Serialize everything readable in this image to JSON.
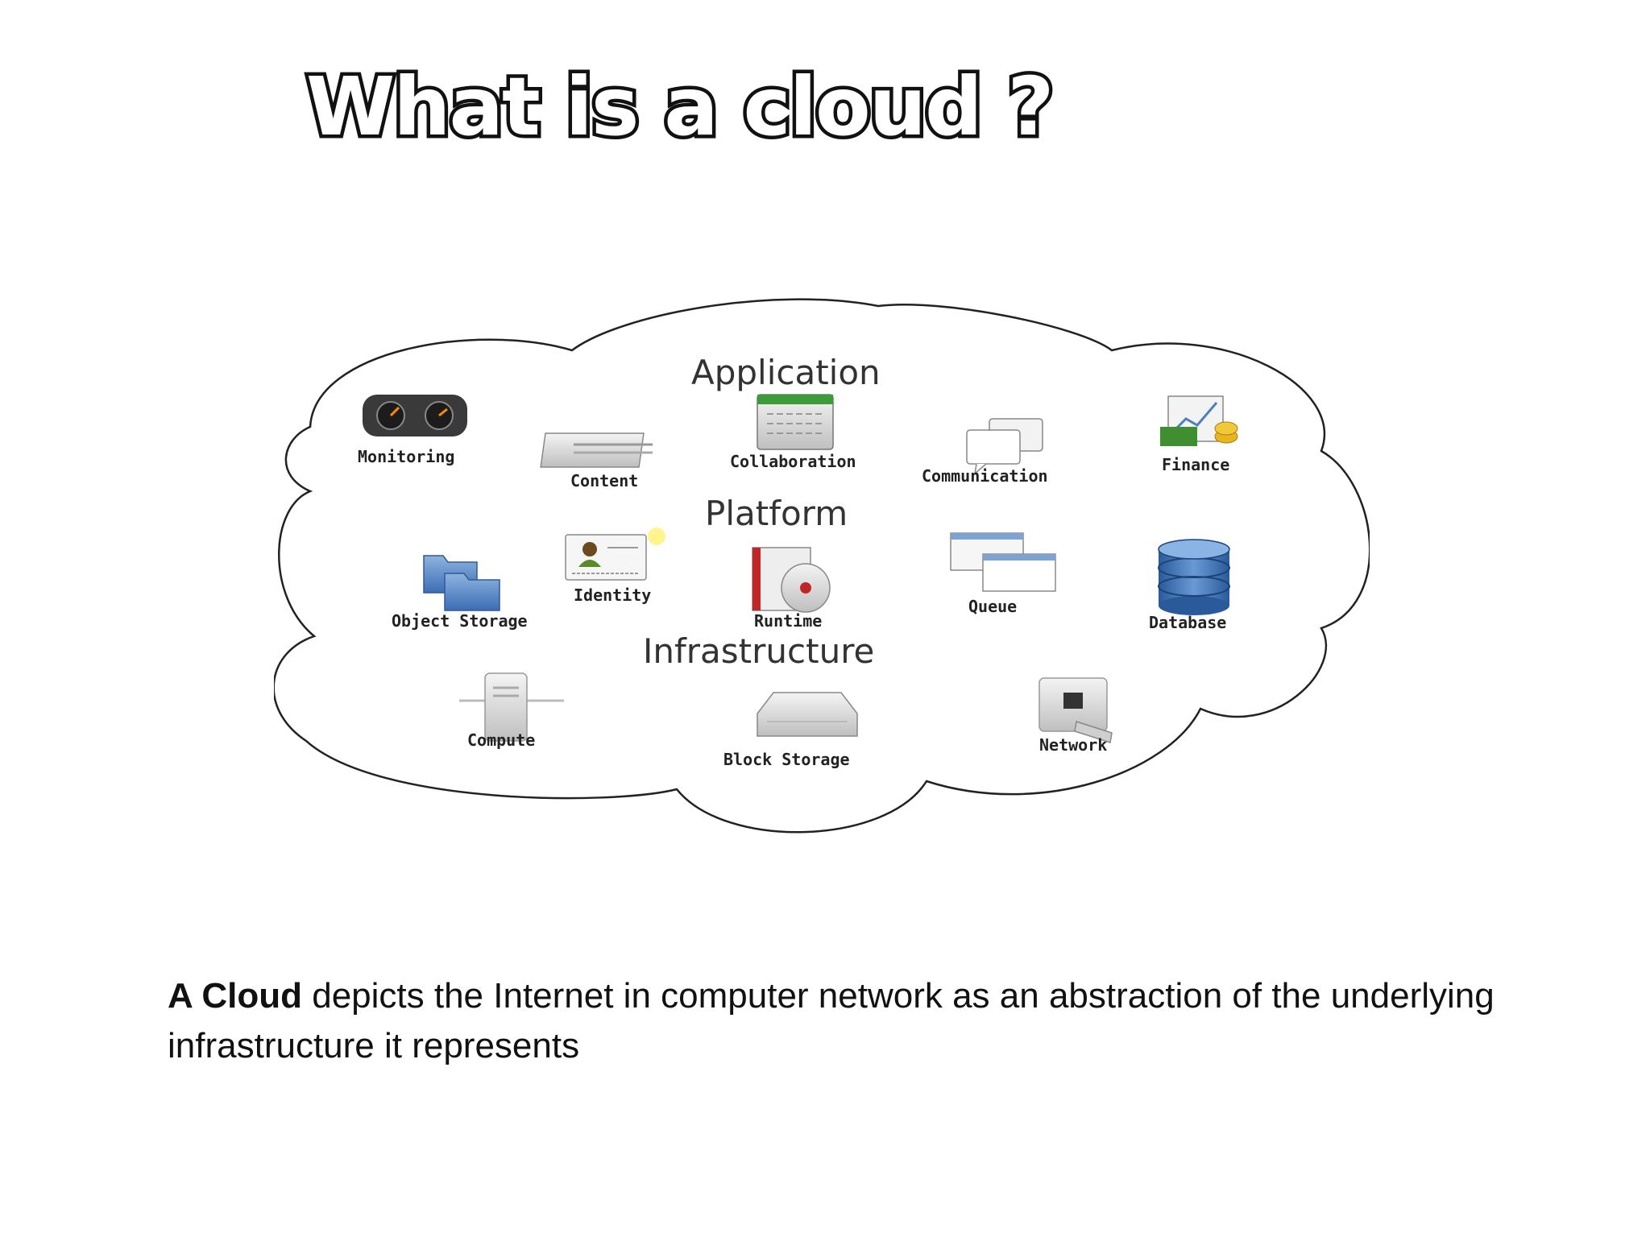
{
  "title": "What is a cloud ?",
  "diagram": {
    "layers": {
      "application": "Application",
      "platform": "Platform",
      "infrastructure": "Infrastructure"
    },
    "services": {
      "monitoring": "Monitoring",
      "content": "Content",
      "collaboration": "Collaboration",
      "communication": "Communication",
      "finance": "Finance",
      "object_storage": "Object Storage",
      "identity": "Identity",
      "runtime": "Runtime",
      "queue": "Queue",
      "database": "Database",
      "compute": "Compute",
      "block_storage": "Block Storage",
      "network": "Network"
    },
    "icons": {
      "monitoring": "dashboard-gauge-icon",
      "content": "newspaper-icon",
      "collaboration": "calendar-icon",
      "communication": "speech-bubbles-icon",
      "finance": "finance-chart-coins-icon",
      "object_storage": "folders-icon",
      "identity": "id-card-icon",
      "runtime": "software-box-cd-icon",
      "queue": "stacked-windows-icon",
      "database": "database-cylinder-icon",
      "compute": "server-tower-icon",
      "block_storage": "hard-drive-icon",
      "network": "ethernet-port-icon"
    }
  },
  "caption": {
    "bold": "A Cloud",
    "rest": " depicts the Internet in computer network as an abstraction of the underlying infrastructure it represents"
  }
}
